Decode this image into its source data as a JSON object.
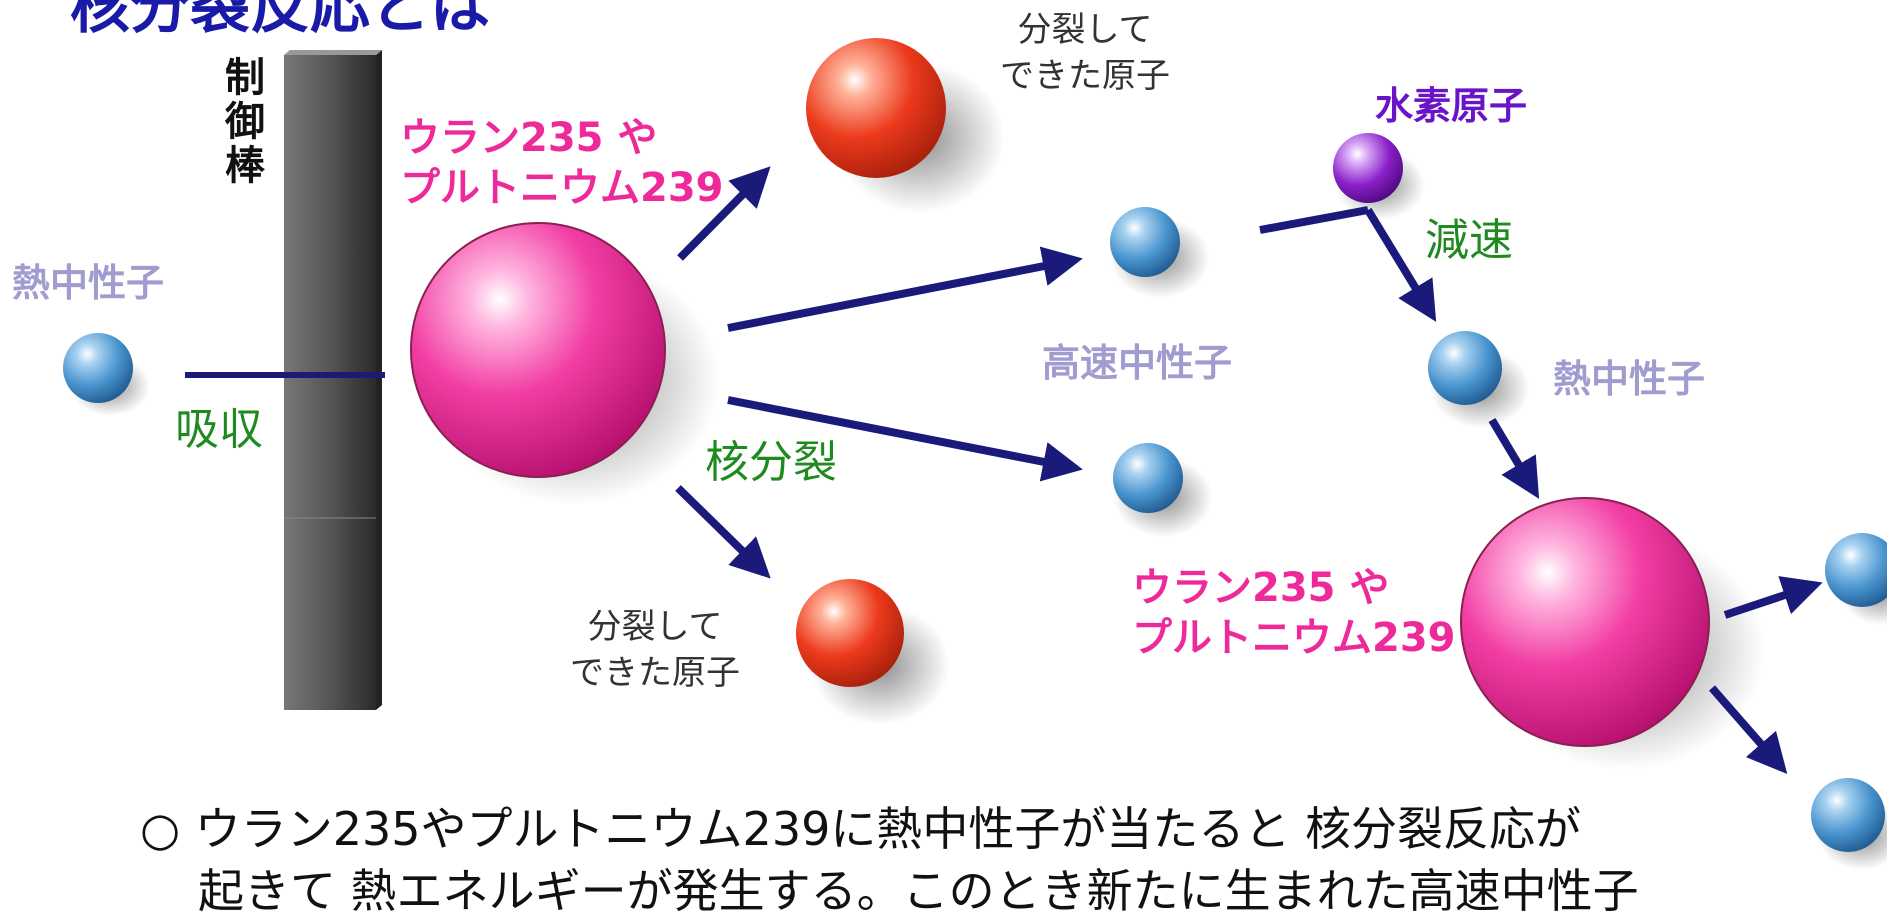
{
  "title_partial": "核分裂反応とは",
  "control_rod": {
    "label_chars": [
      "制",
      "御",
      "棒"
    ]
  },
  "labels": {
    "thermal_neutron_left": "熱中性子",
    "absorb": "吸収",
    "fuel_top_line1": "ウラン235 や",
    "fuel_top_line2": "プルトニウム239",
    "fission": "核分裂",
    "fragment_top_line1": "分裂して",
    "fragment_top_line2": "できた原子",
    "fragment_bottom_line1": "分裂して",
    "fragment_bottom_line2": "できた原子",
    "fast_neutron": "高速中性子",
    "hydrogen": "水素原子",
    "slowdown": "減速",
    "thermal_neutron_right": "熱中性子",
    "fuel_bottom_line1": "ウラン235 や",
    "fuel_bottom_line2": "プルトニウム239"
  },
  "caption": {
    "line1": "○ ウラン235やプルトニウム239に熱中性子が当たると 核分裂反応が",
    "line2": "起きて 熱エネルギーが発生する。このとき新たに生まれた高速中性子"
  },
  "colors": {
    "arrow": "#1a1a7a",
    "fuel_sphere": "#ee2a9a",
    "fragment_sphere": "#e8321a",
    "neutron_sphere": "#4a95cf",
    "hydrogen_sphere": "#8a20c8",
    "rod": "#555555"
  }
}
